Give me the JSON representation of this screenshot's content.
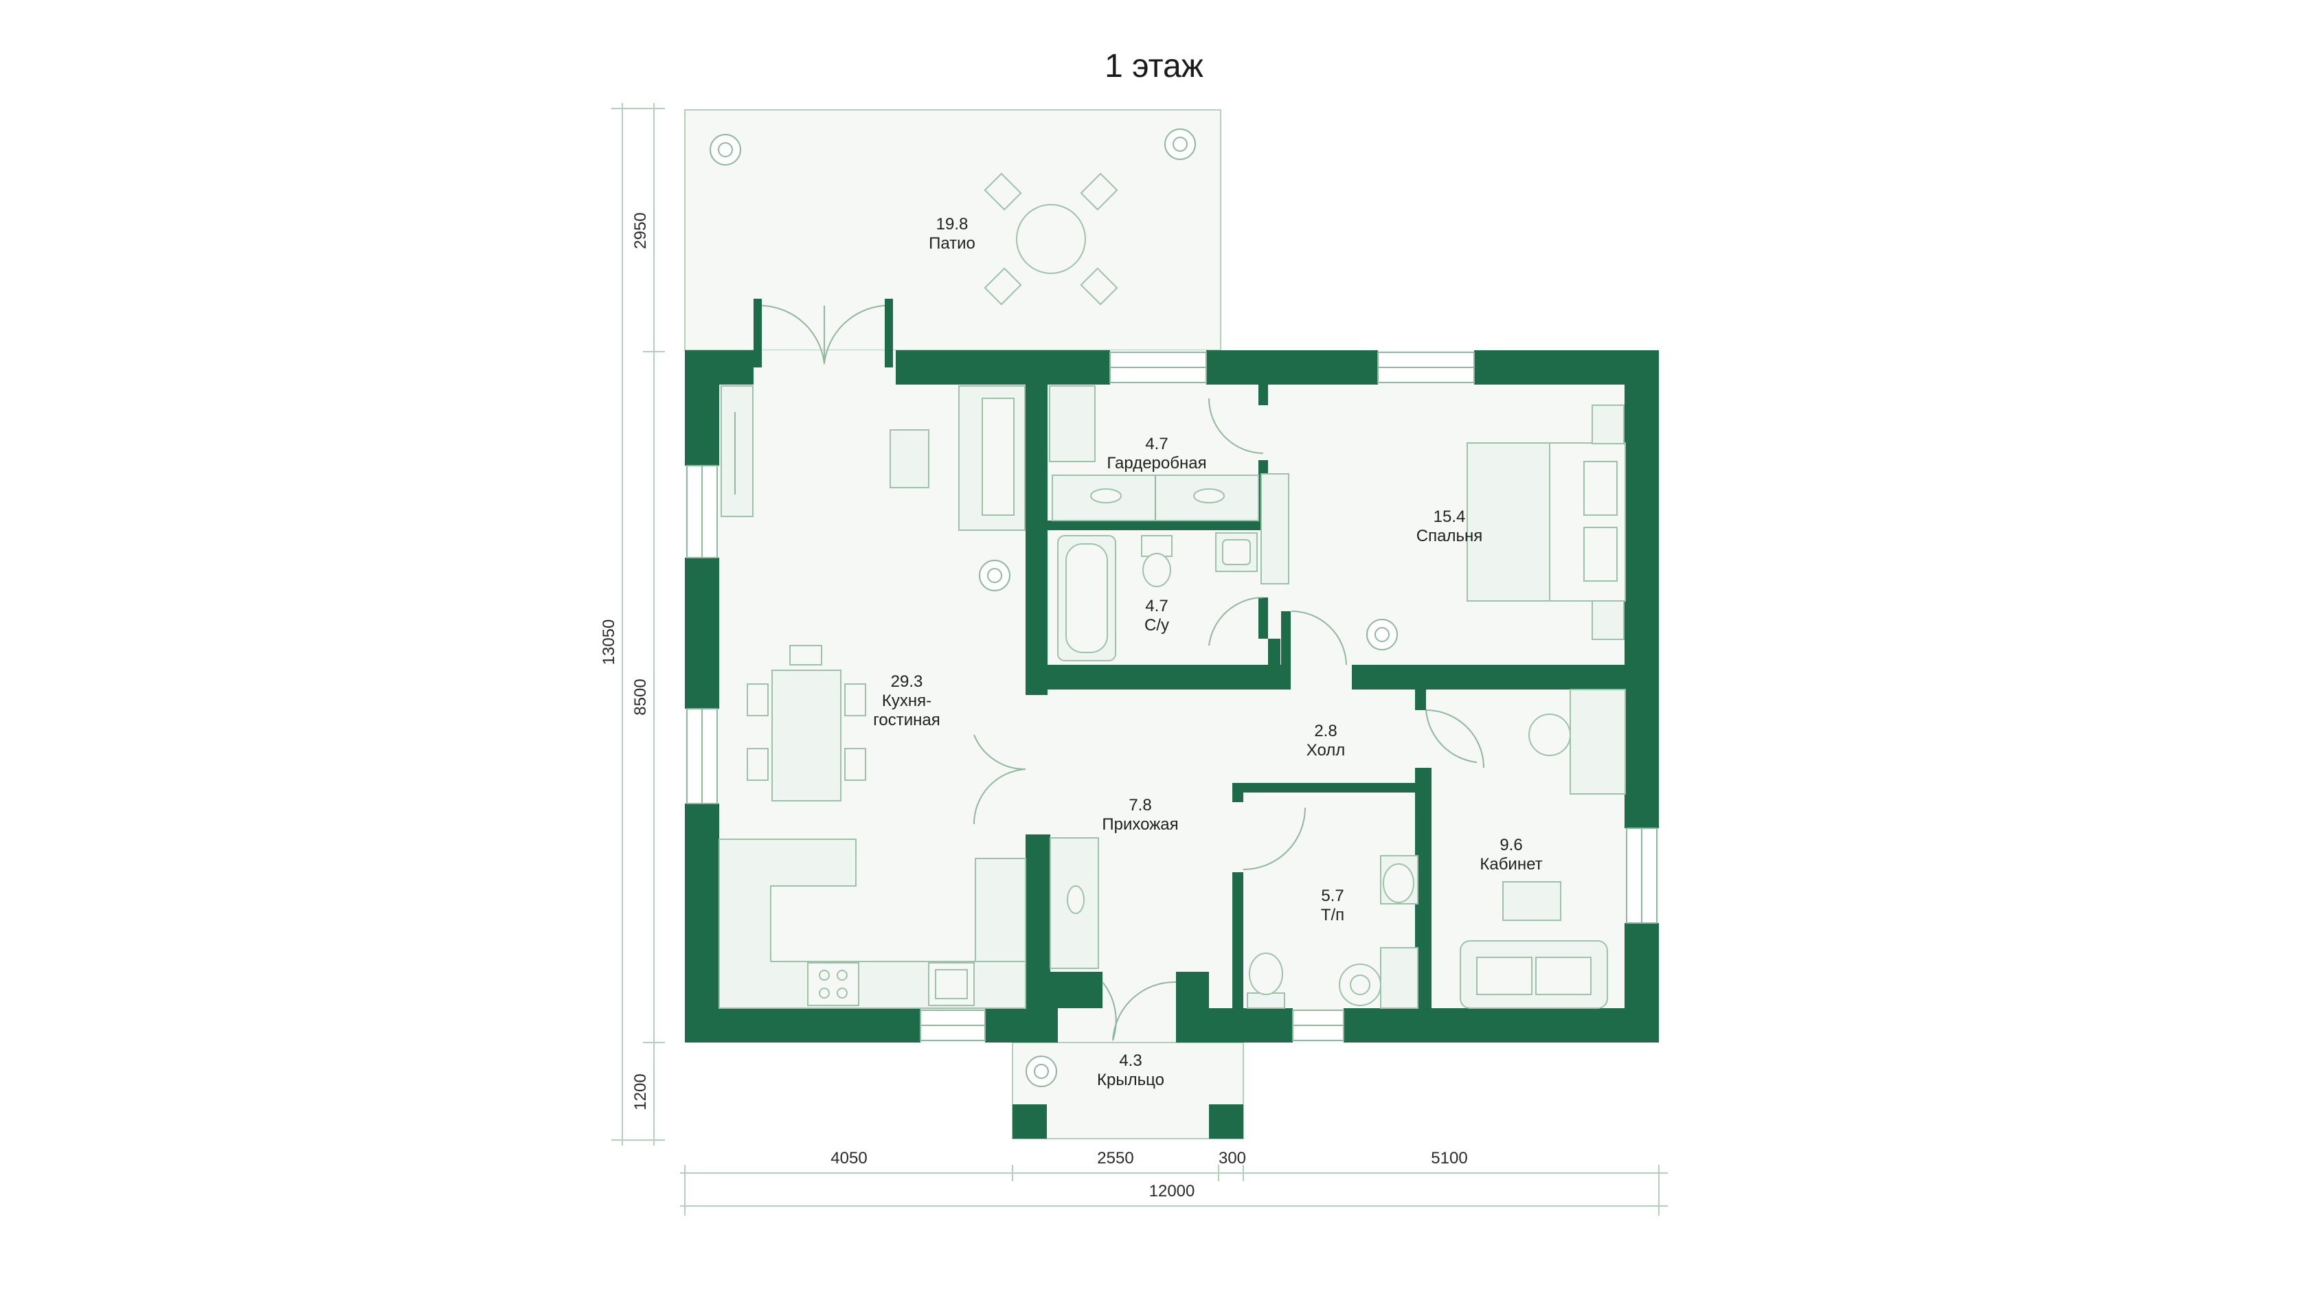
{
  "title": "1 этаж",
  "colors": {
    "wall": "#1d6b48",
    "floor": "#f6f8f5",
    "furniture": "#9cc3aa"
  },
  "rooms": [
    {
      "id": "patio",
      "area": "19.8",
      "name": "Патио"
    },
    {
      "id": "wardrobe",
      "area": "4.7",
      "name": "Гардеробная"
    },
    {
      "id": "bedroom",
      "area": "15.4",
      "name": "Спальня"
    },
    {
      "id": "bathroom",
      "area": "4.7",
      "name": "С/у"
    },
    {
      "id": "kitchen",
      "area": "29.3",
      "name_line1": "Кухня-",
      "name_line2": "гостиная"
    },
    {
      "id": "hall",
      "area": "2.8",
      "name": "Холл"
    },
    {
      "id": "entrance",
      "area": "7.8",
      "name": "Прихожая"
    },
    {
      "id": "toilet",
      "area": "5.7",
      "name": "Т/п"
    },
    {
      "id": "office",
      "area": "9.6",
      "name": "Кабинет"
    },
    {
      "id": "porch",
      "area": "4.3",
      "name": "Крыльцо"
    }
  ],
  "dimensions": {
    "vertical": [
      "2950",
      "8500",
      "1200",
      "13050"
    ],
    "horizontal": [
      "4050",
      "2550",
      "300",
      "5100",
      "12000"
    ]
  }
}
